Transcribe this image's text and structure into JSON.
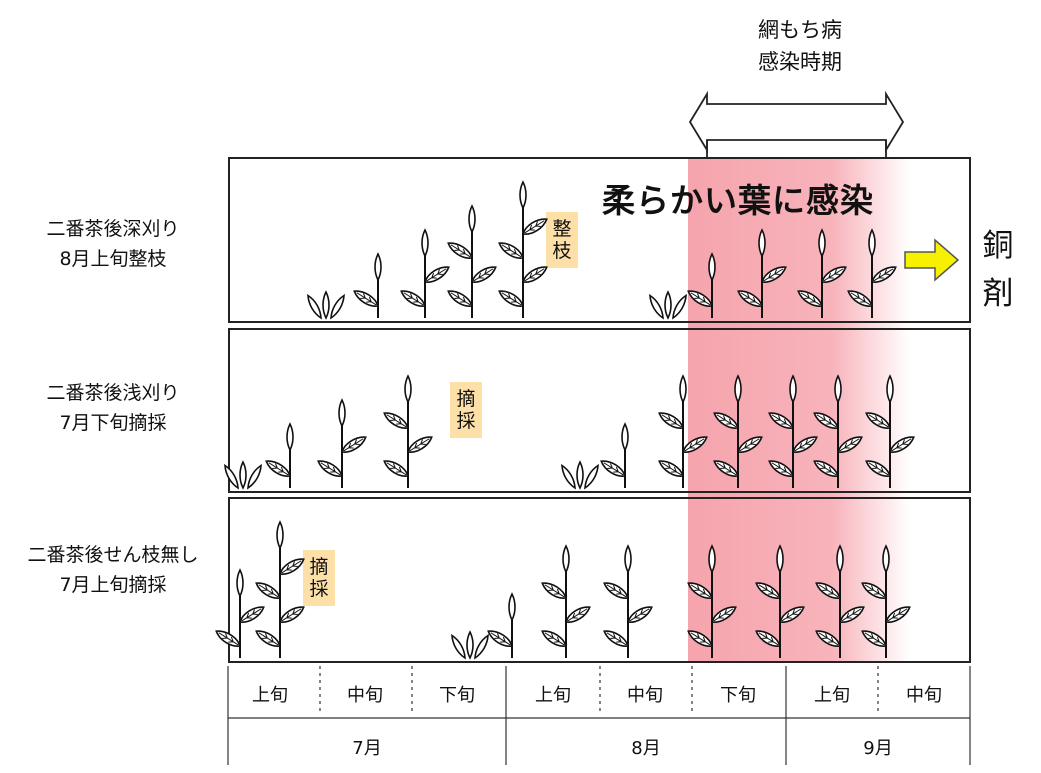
{
  "period": {
    "title_line1": "網もち病",
    "title_line2": "感染時期"
  },
  "infection_message": "柔らかい葉に感染",
  "treatment": {
    "line1": "銅",
    "line2": "剤"
  },
  "rows": [
    {
      "label_line1": "二番茶後深刈り",
      "label_line2": "8月上旬整枝",
      "tag_line1": "整",
      "tag_line2": "枝"
    },
    {
      "label_line1": "二番茶後浅刈り",
      "label_line2": "7月下旬摘採",
      "tag_line1": "摘",
      "tag_line2": "採"
    },
    {
      "label_line1": "二番茶後せん枝無し",
      "label_line2": "7月上旬摘採",
      "tag_line1": "摘",
      "tag_line2": "採"
    }
  ],
  "timeline": {
    "periods": [
      "上旬",
      "中旬",
      "下旬",
      "上旬",
      "中旬",
      "下旬",
      "上旬",
      "中旬"
    ],
    "months": [
      "7月",
      "8月",
      "9月"
    ]
  },
  "colors": {
    "infection_zone": "#f59aa4",
    "tag_bg": "#fde0a8",
    "arrow_fill": "#f7f000"
  }
}
